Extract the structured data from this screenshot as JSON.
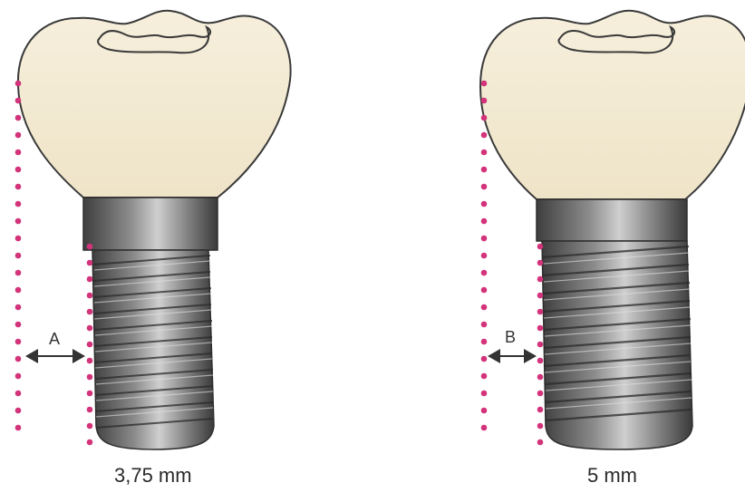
{
  "implants": [
    {
      "measure_letter": "A",
      "diameter_label": "3,75 mm"
    },
    {
      "measure_letter": "B",
      "diameter_label": "5 mm"
    }
  ],
  "colors": {
    "crown_fill": "#f3ead4",
    "crown_stroke": "#3a3a3a",
    "implant_dark": "#4a4a4a",
    "implant_light": "#c8c8c8",
    "dots": "#d2337a",
    "arrow": "#333333"
  }
}
